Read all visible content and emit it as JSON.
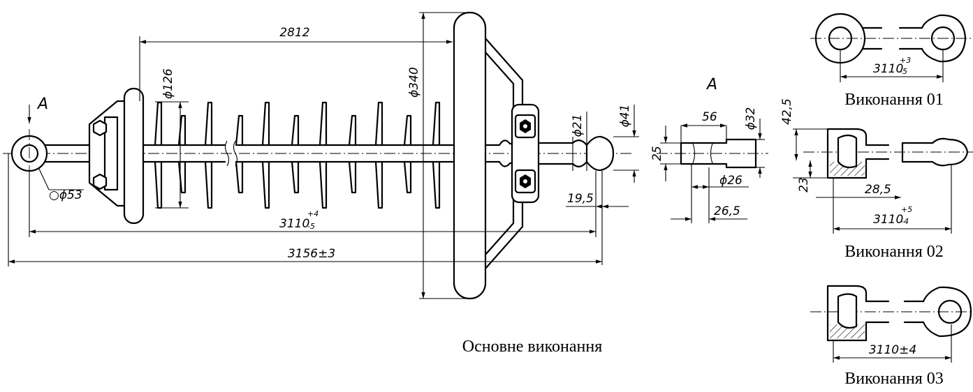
{
  "captions": {
    "main": "Основне виконання",
    "v01": "Виконання 01",
    "v02": "Виконання 02",
    "v03": "Виконання 03"
  },
  "section_letter": "А",
  "section_label": "А",
  "dims": {
    "d53": "○ϕ53",
    "d126": "ϕ126",
    "l2812": "2812",
    "d340": "ϕ340",
    "d21": "ϕ21",
    "d41": "ϕ41",
    "l19_5": "19,5",
    "main_len": "3110",
    "main_len_tol_up": "+4",
    "main_len_tol_dn": "-5",
    "total": "3156±3",
    "a56": "56",
    "a32": "ϕ32",
    "a25": "25",
    "a26": "ϕ26",
    "a26_5": "26,5",
    "v01_len": "3110",
    "v01_tol_up": "+3",
    "v01_tol_dn": "-5",
    "v02_42_5": "42,5",
    "v02_23": "23",
    "v02_28_5": "28,5",
    "v02_len": "3110",
    "v02_tol_up": "+5",
    "v02_tol_dn": "-4",
    "v03_len": "3110±4"
  }
}
